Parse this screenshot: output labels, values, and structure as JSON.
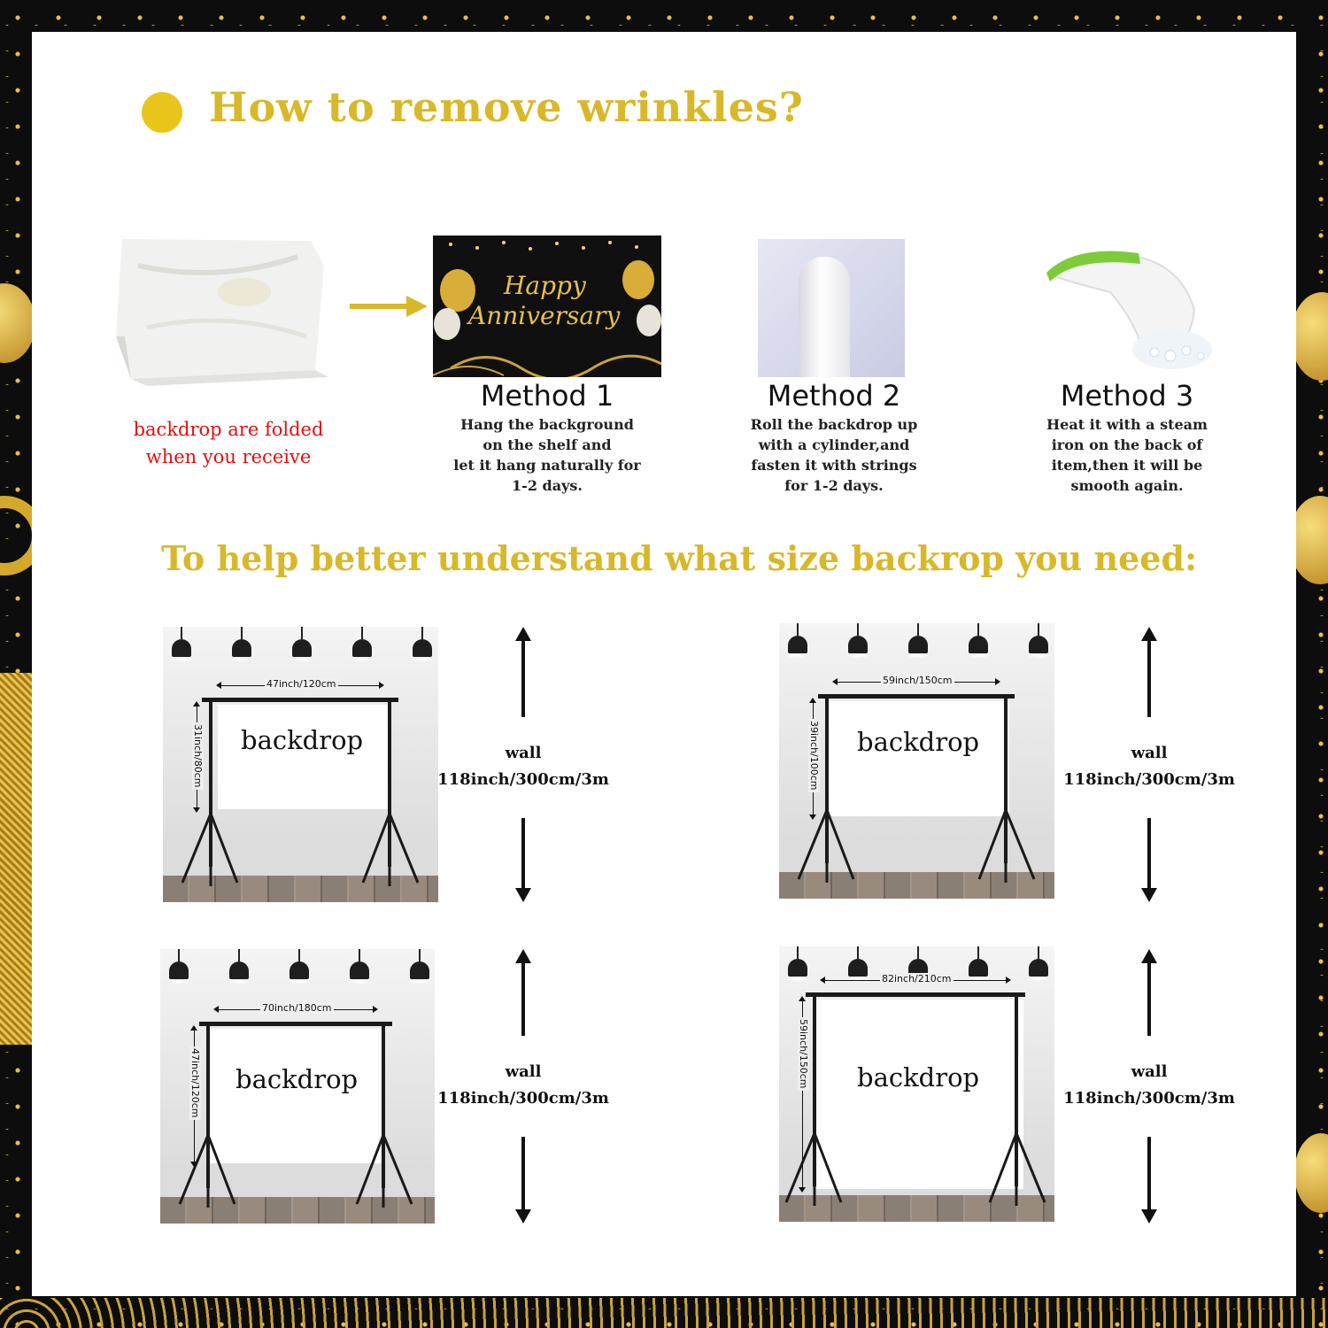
{
  "header": {
    "title": "How to remove wrinkles?"
  },
  "folded": {
    "line1": "backdrop are folded",
    "line2": "when you receive"
  },
  "anniversary_banner": {
    "line1": "Happy",
    "line2": "Anniversary"
  },
  "methods": [
    {
      "title": "Method 1",
      "desc": [
        "Hang the background",
        "on the shelf and",
        "let it hang naturally for",
        "1-2 days."
      ]
    },
    {
      "title": "Method 2",
      "desc": [
        "Roll the backdrop up",
        "with a cylinder,and",
        "fasten it with strings",
        "for 1-2 days."
      ]
    },
    {
      "title": "Method 3",
      "desc": [
        "Heat it with a steam",
        "iron on the back of",
        "item,then it will be",
        "smooth again."
      ]
    }
  ],
  "size_section": {
    "title": "To help better understand what size backrop you need:"
  },
  "sizes": [
    {
      "width": "47inch/120cm",
      "height": "31inch/80cm",
      "label": "backdrop"
    },
    {
      "width": "59inch/150cm",
      "height": "39inch/100cm",
      "label": "backdrop"
    },
    {
      "width": "70inch/180cm",
      "height": "47inch/120cm",
      "label": "backdrop"
    },
    {
      "width": "82inch/210cm",
      "height": "59inch/150cm",
      "label": "backdrop"
    }
  ],
  "wall": {
    "label": "wall",
    "measure": "118inch/300cm/3m"
  },
  "colors": {
    "gold": "#d8b829",
    "bullet": "#e9c51c",
    "note_red": "#e01010",
    "frame_dark": "#0d0d0d"
  }
}
